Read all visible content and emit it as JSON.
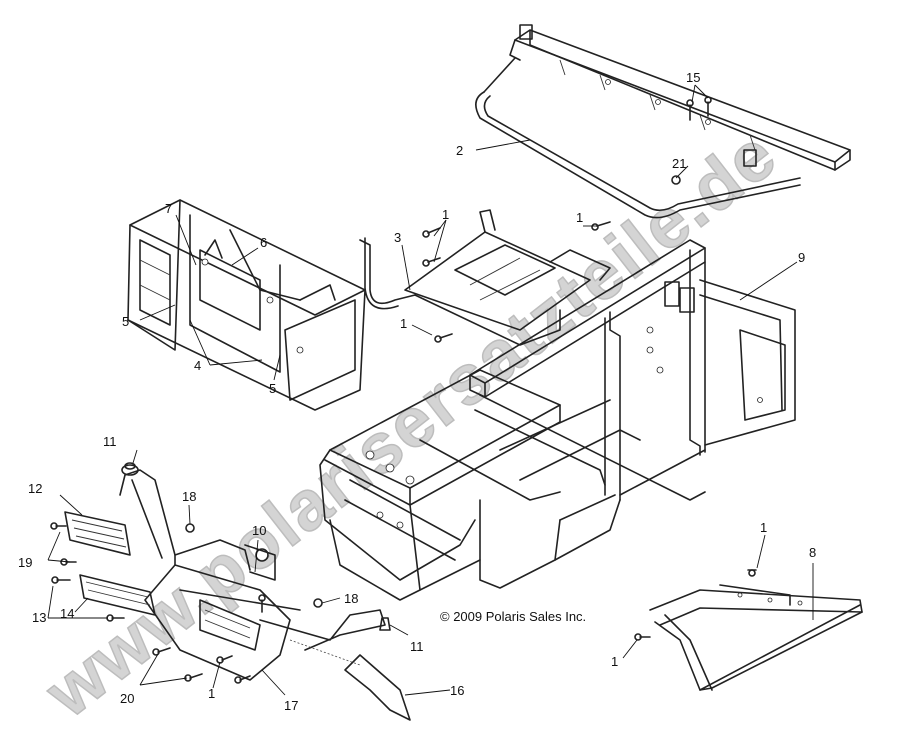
{
  "watermark": "www.polarisersatzteile.de",
  "copyright": "© 2009 Polaris Sales Inc.",
  "callouts": {
    "c1_a": "1",
    "c1_b": "1",
    "c1_c": "1",
    "c1_d": "1",
    "c1_e": "1",
    "c1_f": "1",
    "c2": "2",
    "c3": "3",
    "c4": "4",
    "c5_a": "5",
    "c5_b": "5",
    "c6": "6",
    "c7": "7",
    "c8": "8",
    "c9": "9",
    "c10": "10",
    "c11_a": "11",
    "c11_b": "11",
    "c12": "12",
    "c13": "13",
    "c14": "14",
    "c15": "15",
    "c16": "16",
    "c17": "17",
    "c18_a": "18",
    "c18_b": "18",
    "c19": "19",
    "c20": "20",
    "c21": "21"
  }
}
